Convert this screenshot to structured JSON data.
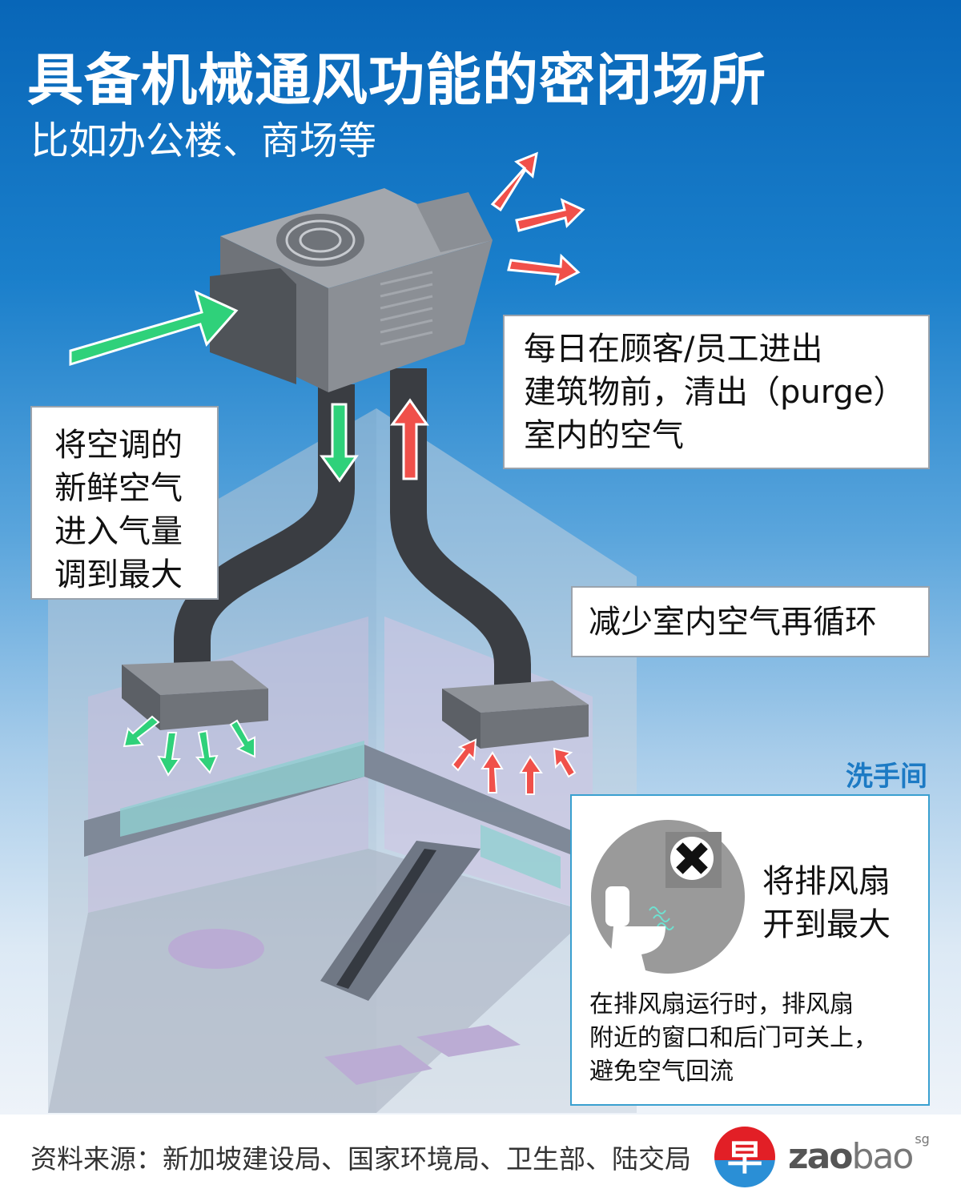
{
  "header": {
    "title": "具备机械通风功能的密闭场所",
    "subtitle": "比如办公楼、商场等"
  },
  "callouts": {
    "fresh_air": [
      "将空调的",
      "新鲜空气",
      "进入气量",
      "调到最大"
    ],
    "purge": [
      "每日在顾客/员工进出",
      "建筑物前，清出（purge）",
      "室内的空气"
    ],
    "recirculation": "减少室内空气再循环"
  },
  "restroom": {
    "label": "洗手间",
    "headline": [
      "将排风扇",
      "开到最大"
    ],
    "note": [
      "在排风扇运行时，排风扇",
      "附近的窗口和后门可关上，",
      "避免空气回流"
    ]
  },
  "footer": {
    "source": "资料来源：新加坡建设局、国家环境局、卫生部、陆交局"
  },
  "logo": {
    "glyph": "早",
    "bold": "zao",
    "light": "bao",
    "suffix": "sg"
  },
  "colors": {
    "fresh_arrow": "#2fd17a",
    "exhaust_arrow": "#f0504a",
    "accent_blue": "#1c7ac4",
    "duct": "#3a3d42"
  }
}
